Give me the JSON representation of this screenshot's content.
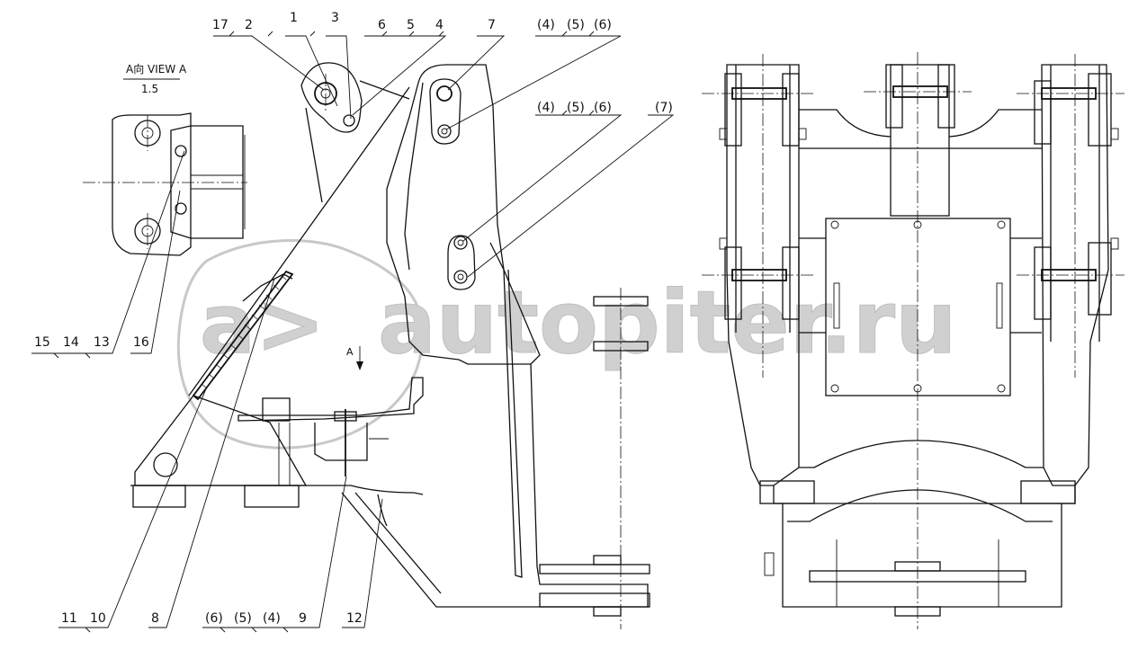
{
  "view_label": {
    "line1": "A向 VIEW A",
    "line2": "1.5"
  },
  "callouts": {
    "c17": "17",
    "c2": "2",
    "c1": "1",
    "c3": "3",
    "c6": "6",
    "c5": "5",
    "c4": "4",
    "c7": "7",
    "p4a": "(4)",
    "p5a": "(5)",
    "p6a": "(6)",
    "p4b": "(4)",
    "p5b": "(5)",
    "p6b": "(6)",
    "p7": "(7)",
    "c15": "15",
    "c14": "14",
    "c13": "13",
    "c16": "16",
    "c11": "11",
    "c10": "10",
    "c8": "8",
    "p6c": "(6)",
    "p5c": "(5)",
    "p4c": "(4)",
    "c9": "9",
    "c12": "12"
  },
  "arrow_label": "A",
  "watermark": {
    "icon_text": "a>",
    "text": "autopiter.ru"
  },
  "colors": {
    "line": "#111111",
    "watermark": "#c8c8c8",
    "background": "#ffffff"
  }
}
